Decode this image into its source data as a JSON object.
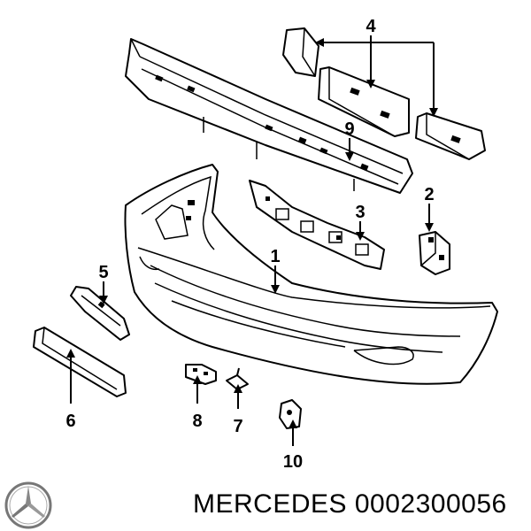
{
  "callouts": {
    "c1": "1",
    "c2": "2",
    "c3": "3",
    "c4": "4",
    "c5": "5",
    "c6": "6",
    "c7": "7",
    "c8": "8",
    "c9": "9",
    "c10": "10"
  },
  "footer": {
    "brand": "MERCEDES",
    "part_number": "0002300056"
  },
  "icons": {
    "logo": "mercedes-star-icon"
  }
}
